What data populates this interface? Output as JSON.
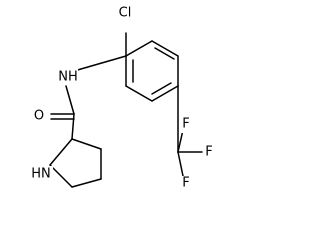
{
  "molecule": {
    "atoms": [
      {
        "name": "chlorine",
        "label": "Cl"
      },
      {
        "name": "amide-nitrogen",
        "label": "NH"
      },
      {
        "name": "carbonyl-oxygen",
        "label": "O"
      },
      {
        "name": "ring-nitrogen",
        "label": "HN"
      },
      {
        "name": "fluorine-right",
        "label": "F"
      },
      {
        "name": "fluorine-top",
        "label": "F"
      },
      {
        "name": "fluorine-bottom",
        "label": "F"
      }
    ]
  },
  "colors": {
    "bond": "#000000",
    "text": "#000000",
    "background": "#ffffff"
  }
}
